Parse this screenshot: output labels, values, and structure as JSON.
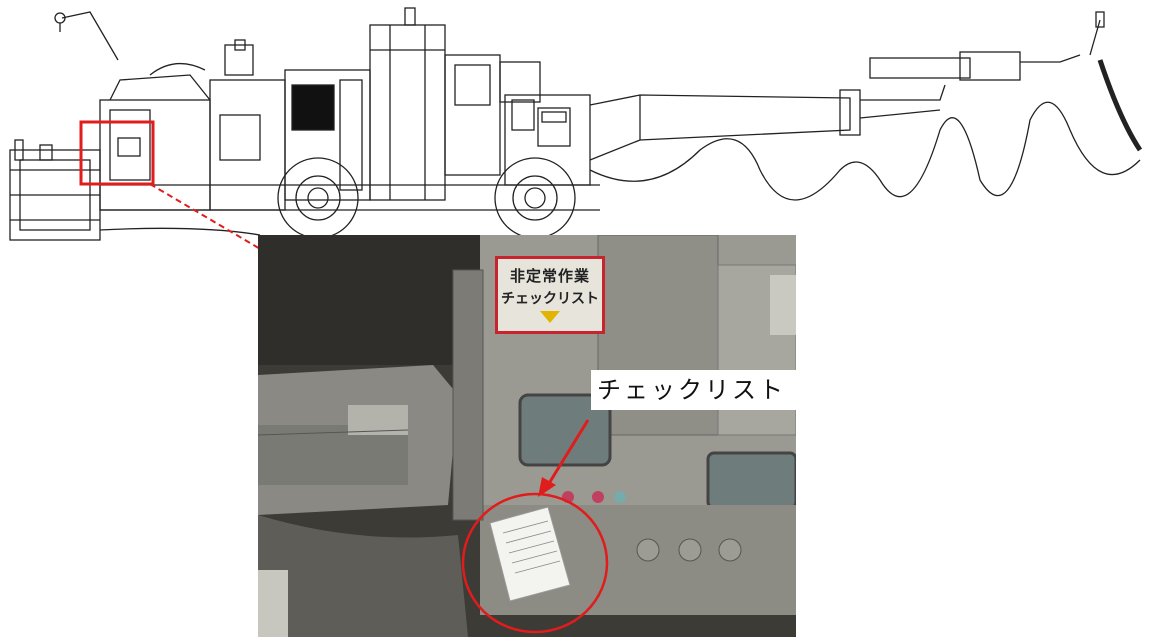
{
  "photo_sign": {
    "line1": "非定常作業",
    "line2": "チェックリスト"
  },
  "callout_label": "チェックリスト",
  "colors": {
    "highlight_red": "#e01c1c",
    "sign_border": "#c8242d",
    "drawing_line": "#222222"
  }
}
